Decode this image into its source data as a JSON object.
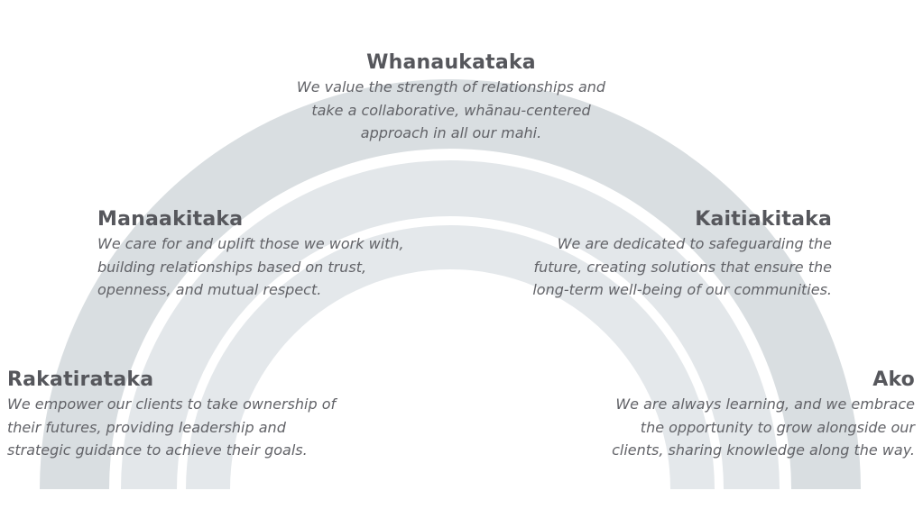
{
  "colors": {
    "outer_arc": "#d9dee1",
    "middle_arc": "#e3e7ea",
    "inner_arc": "#e4e8eb",
    "text": "#5d5e63"
  },
  "values": [
    {
      "title": "Whanaukataka",
      "lines": [
        "We value the strength of relationships and",
        "take a collaborative, whānau-centered",
        "approach in all our mahi."
      ]
    },
    {
      "title": "Manaakitaka",
      "lines": [
        "We care for and uplift those we work with,",
        "building relationships based on trust,",
        "openness, and mutual respect."
      ]
    },
    {
      "title": "Kaitiakitaka",
      "lines": [
        "We are dedicated to safeguarding the",
        "future, creating solutions that ensure the",
        "long-term well-being of our communities."
      ]
    },
    {
      "title": "Rakatirataka",
      "lines": [
        "We empower our clients to take ownership of",
        "their futures, providing leadership and",
        "strategic guidance to achieve their goals."
      ]
    },
    {
      "title": "Ako",
      "lines": [
        "We are always learning, and we embrace",
        "the opportunity to grow alongside our",
        "clients, sharing knowledge along the way."
      ]
    }
  ]
}
